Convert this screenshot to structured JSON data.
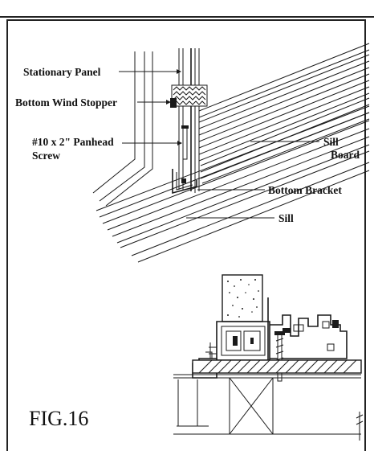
{
  "figure": {
    "caption": "FIG.16"
  },
  "labels": {
    "stationary_panel": "Stationary Panel",
    "bottom_wind_stopper": "Bottom Wind Stopper",
    "screw_line1": "#10 x 2\" Panhead",
    "screw_line2": "Screw",
    "sill_board_line1": "Sill",
    "sill_board_line2": "Board",
    "bottom_bracket": "Bottom Bracket",
    "sill": "Sill"
  }
}
